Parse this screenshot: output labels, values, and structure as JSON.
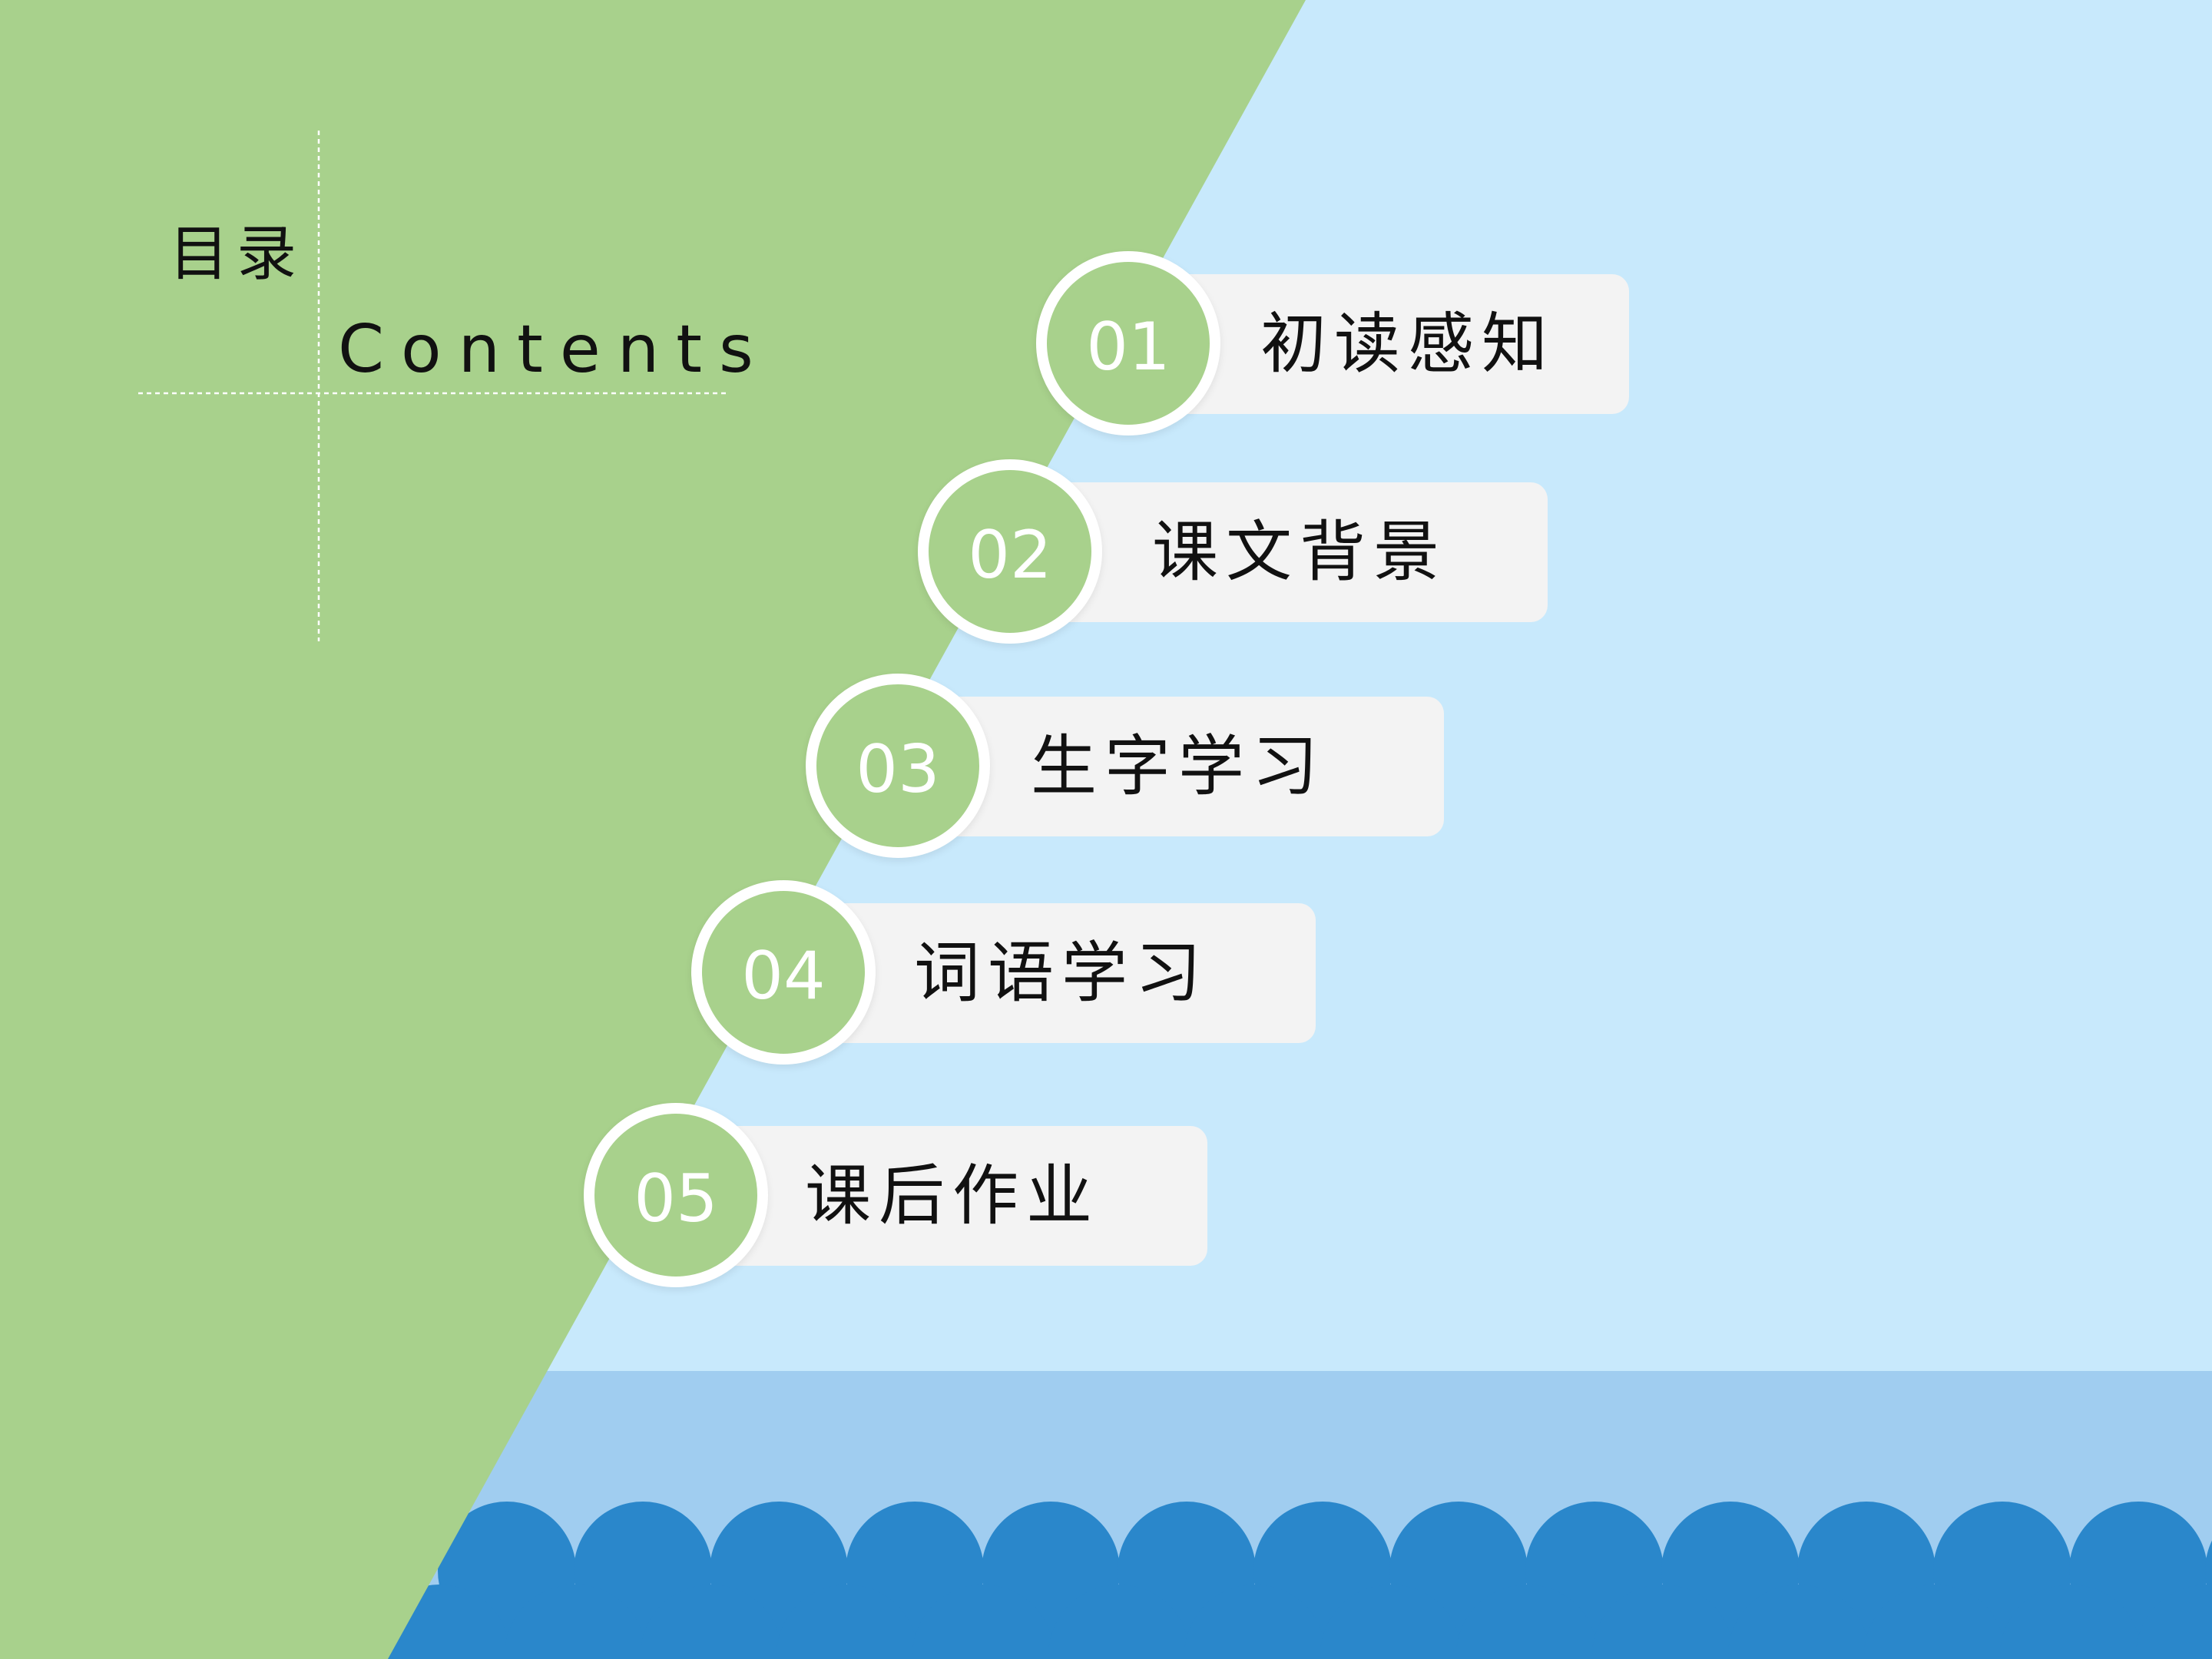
{
  "heading": {
    "title_cn": "目录",
    "title_en": "Contents"
  },
  "toc": [
    {
      "number": "01",
      "label": "初读感知"
    },
    {
      "number": "02",
      "label": "课文背景"
    },
    {
      "number": "03",
      "label": "生字学习"
    },
    {
      "number": "04",
      "label": "词语学习"
    },
    {
      "number": "05",
      "label": "课后作业"
    }
  ],
  "colors": {
    "green_panel": "#a8d18c",
    "sky_blue": "#c8e9fc",
    "water_light": "#a0cdf0",
    "wave_blue": "#2a87cb",
    "card": "#f3f3f3",
    "text": "#111111"
  }
}
